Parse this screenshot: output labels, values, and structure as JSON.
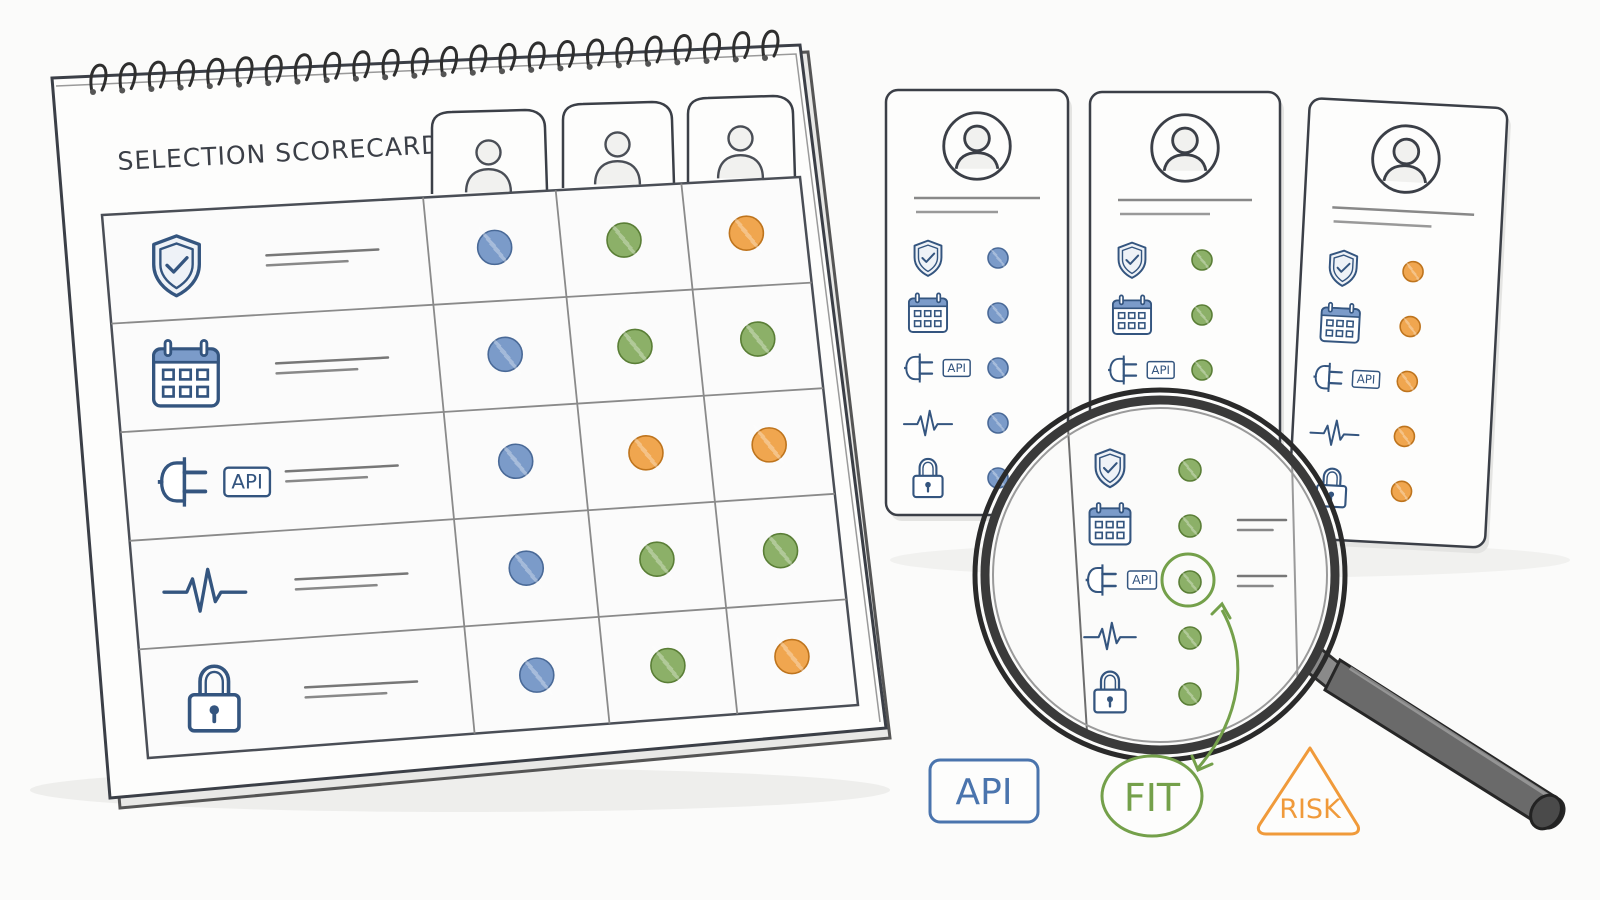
{
  "scorecard": {
    "title": "SELECTION SCORECARD",
    "criteria": [
      {
        "icon": "shield-check-icon",
        "scores": [
          "blue",
          "green",
          "orange"
        ]
      },
      {
        "icon": "calendar-icon",
        "scores": [
          "blue",
          "green",
          "green"
        ]
      },
      {
        "icon": "plug-api-icon",
        "icon_text": "API",
        "scores": [
          "blue",
          "orange",
          "orange"
        ]
      },
      {
        "icon": "heartbeat-icon",
        "scores": [
          "blue",
          "green",
          "green"
        ]
      },
      {
        "icon": "padlock-icon",
        "scores": [
          "blue",
          "green",
          "orange"
        ]
      }
    ],
    "candidates": [
      {
        "avatar": "person-avatar-icon"
      },
      {
        "avatar": "person-avatar-icon"
      },
      {
        "avatar": "person-avatar-icon"
      }
    ]
  },
  "profile_cards": [
    {
      "avatar": "person-avatar-icon",
      "dot_color": "blue",
      "rows": [
        "shield-check-icon",
        "calendar-icon",
        "plug-api-icon",
        "heartbeat-icon",
        "padlock-icon"
      ]
    },
    {
      "avatar": "person-avatar-icon",
      "dot_color": "green",
      "rows": [
        "shield-check-icon",
        "calendar-icon",
        "plug-api-icon",
        "heartbeat-icon",
        "padlock-icon"
      ]
    },
    {
      "avatar": "person-avatar-icon",
      "dot_color": "orange",
      "rows": [
        "shield-check-icon",
        "calendar-icon",
        "plug-api-icon",
        "heartbeat-icon",
        "padlock-icon"
      ]
    }
  ],
  "api_badge_text": "API",
  "magnifier": {
    "rows": [
      "shield-check-icon",
      "calendar-icon",
      "plug-api-icon",
      "heartbeat-icon",
      "padlock-icon"
    ],
    "highlighted_row": 2
  },
  "badges": {
    "api": "API",
    "fit": "FIT",
    "risk": "RISK"
  },
  "colors": {
    "blue": "#7b9bc9",
    "green": "#8cb068",
    "orange": "#f0a64f",
    "ink": "#3b3f47",
    "icon_blue": "#34557f",
    "api_badge": "#4a74ad",
    "fit_badge": "#74a04a",
    "risk_badge": "#f09a3a"
  }
}
